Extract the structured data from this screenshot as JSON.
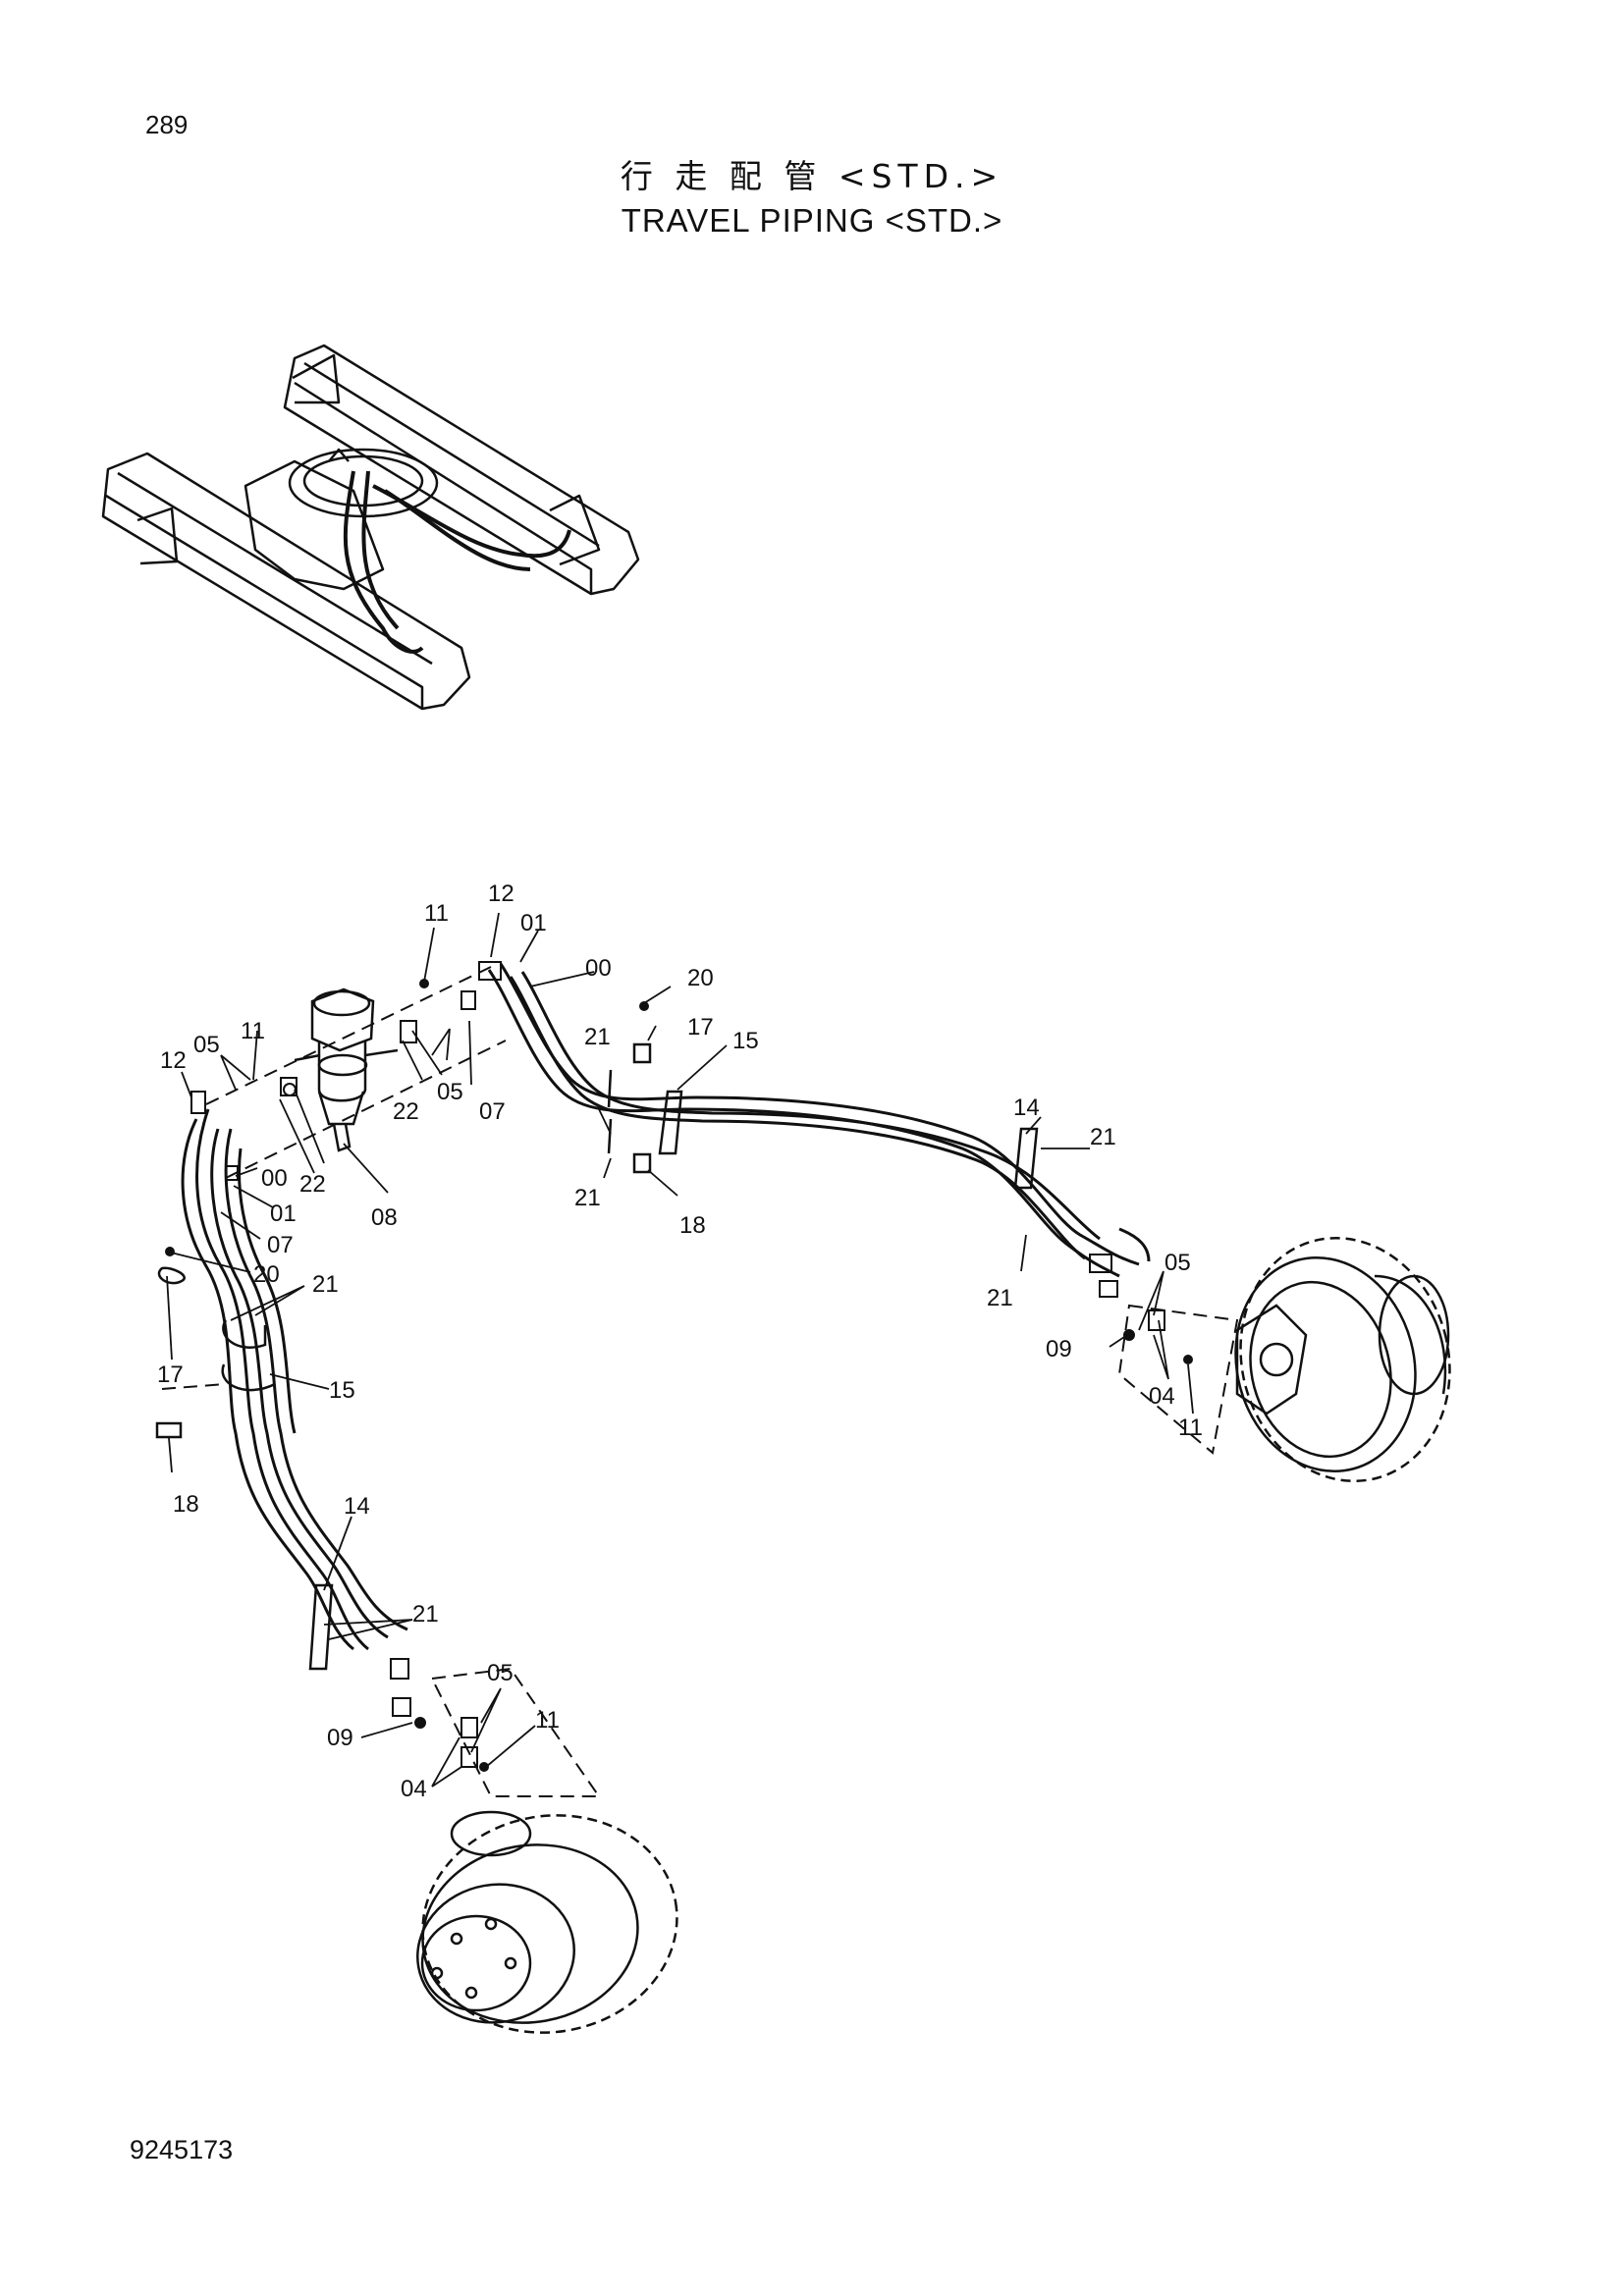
{
  "page_number": "289",
  "title_jp": "行 走 配 管 <STD.>",
  "title_en": "TRAVEL PIPING <STD.>",
  "doc_number": "9245173",
  "icons": [
    "undercarriage-overview-icon",
    "swivel-joint-icon",
    "travel-motor-icon",
    "sprocket-icon",
    "hose-clamp-icon"
  ],
  "callouts": [
    {
      "id": "c-12-top",
      "label": "12"
    },
    {
      "id": "c-11-top",
      "label": "11"
    },
    {
      "id": "c-01-top",
      "label": "01"
    },
    {
      "id": "c-00-top",
      "label": "00"
    },
    {
      "id": "c-20-top",
      "label": "20"
    },
    {
      "id": "c-17-top",
      "label": "17"
    },
    {
      "id": "c-15-top",
      "label": "15"
    },
    {
      "id": "c-21-top",
      "label": "21"
    },
    {
      "id": "c-21-top2",
      "label": "21"
    },
    {
      "id": "c-18-top",
      "label": "18"
    },
    {
      "id": "c-05-mid",
      "label": "05"
    },
    {
      "id": "c-22-mid",
      "label": "22"
    },
    {
      "id": "c-07-mid",
      "label": "07"
    },
    {
      "id": "c-08-mid",
      "label": "08"
    },
    {
      "id": "c-12-left",
      "label": "12"
    },
    {
      "id": "c-05-left",
      "label": "05"
    },
    {
      "id": "c-11-left",
      "label": "11"
    },
    {
      "id": "c-00-left",
      "label": "00"
    },
    {
      "id": "c-22-left",
      "label": "22"
    },
    {
      "id": "c-01-left",
      "label": "01"
    },
    {
      "id": "c-07-left",
      "label": "07"
    },
    {
      "id": "c-20-left",
      "label": "20"
    },
    {
      "id": "c-21-left",
      "label": "21"
    },
    {
      "id": "c-17-left",
      "label": "17"
    },
    {
      "id": "c-15-left",
      "label": "15"
    },
    {
      "id": "c-18-left",
      "label": "18"
    },
    {
      "id": "c-14-left",
      "label": "14"
    },
    {
      "id": "c-21-lower",
      "label": "21"
    },
    {
      "id": "c-05-lower",
      "label": "05"
    },
    {
      "id": "c-09-lower",
      "label": "09"
    },
    {
      "id": "c-11-lower",
      "label": "11"
    },
    {
      "id": "c-04-lower",
      "label": "04"
    },
    {
      "id": "c-14-right",
      "label": "14"
    },
    {
      "id": "c-21-right",
      "label": "21"
    },
    {
      "id": "c-21-right2",
      "label": "21"
    },
    {
      "id": "c-05-right",
      "label": "05"
    },
    {
      "id": "c-09-right",
      "label": "09"
    },
    {
      "id": "c-04-right",
      "label": "04"
    },
    {
      "id": "c-11-right",
      "label": "11"
    }
  ]
}
